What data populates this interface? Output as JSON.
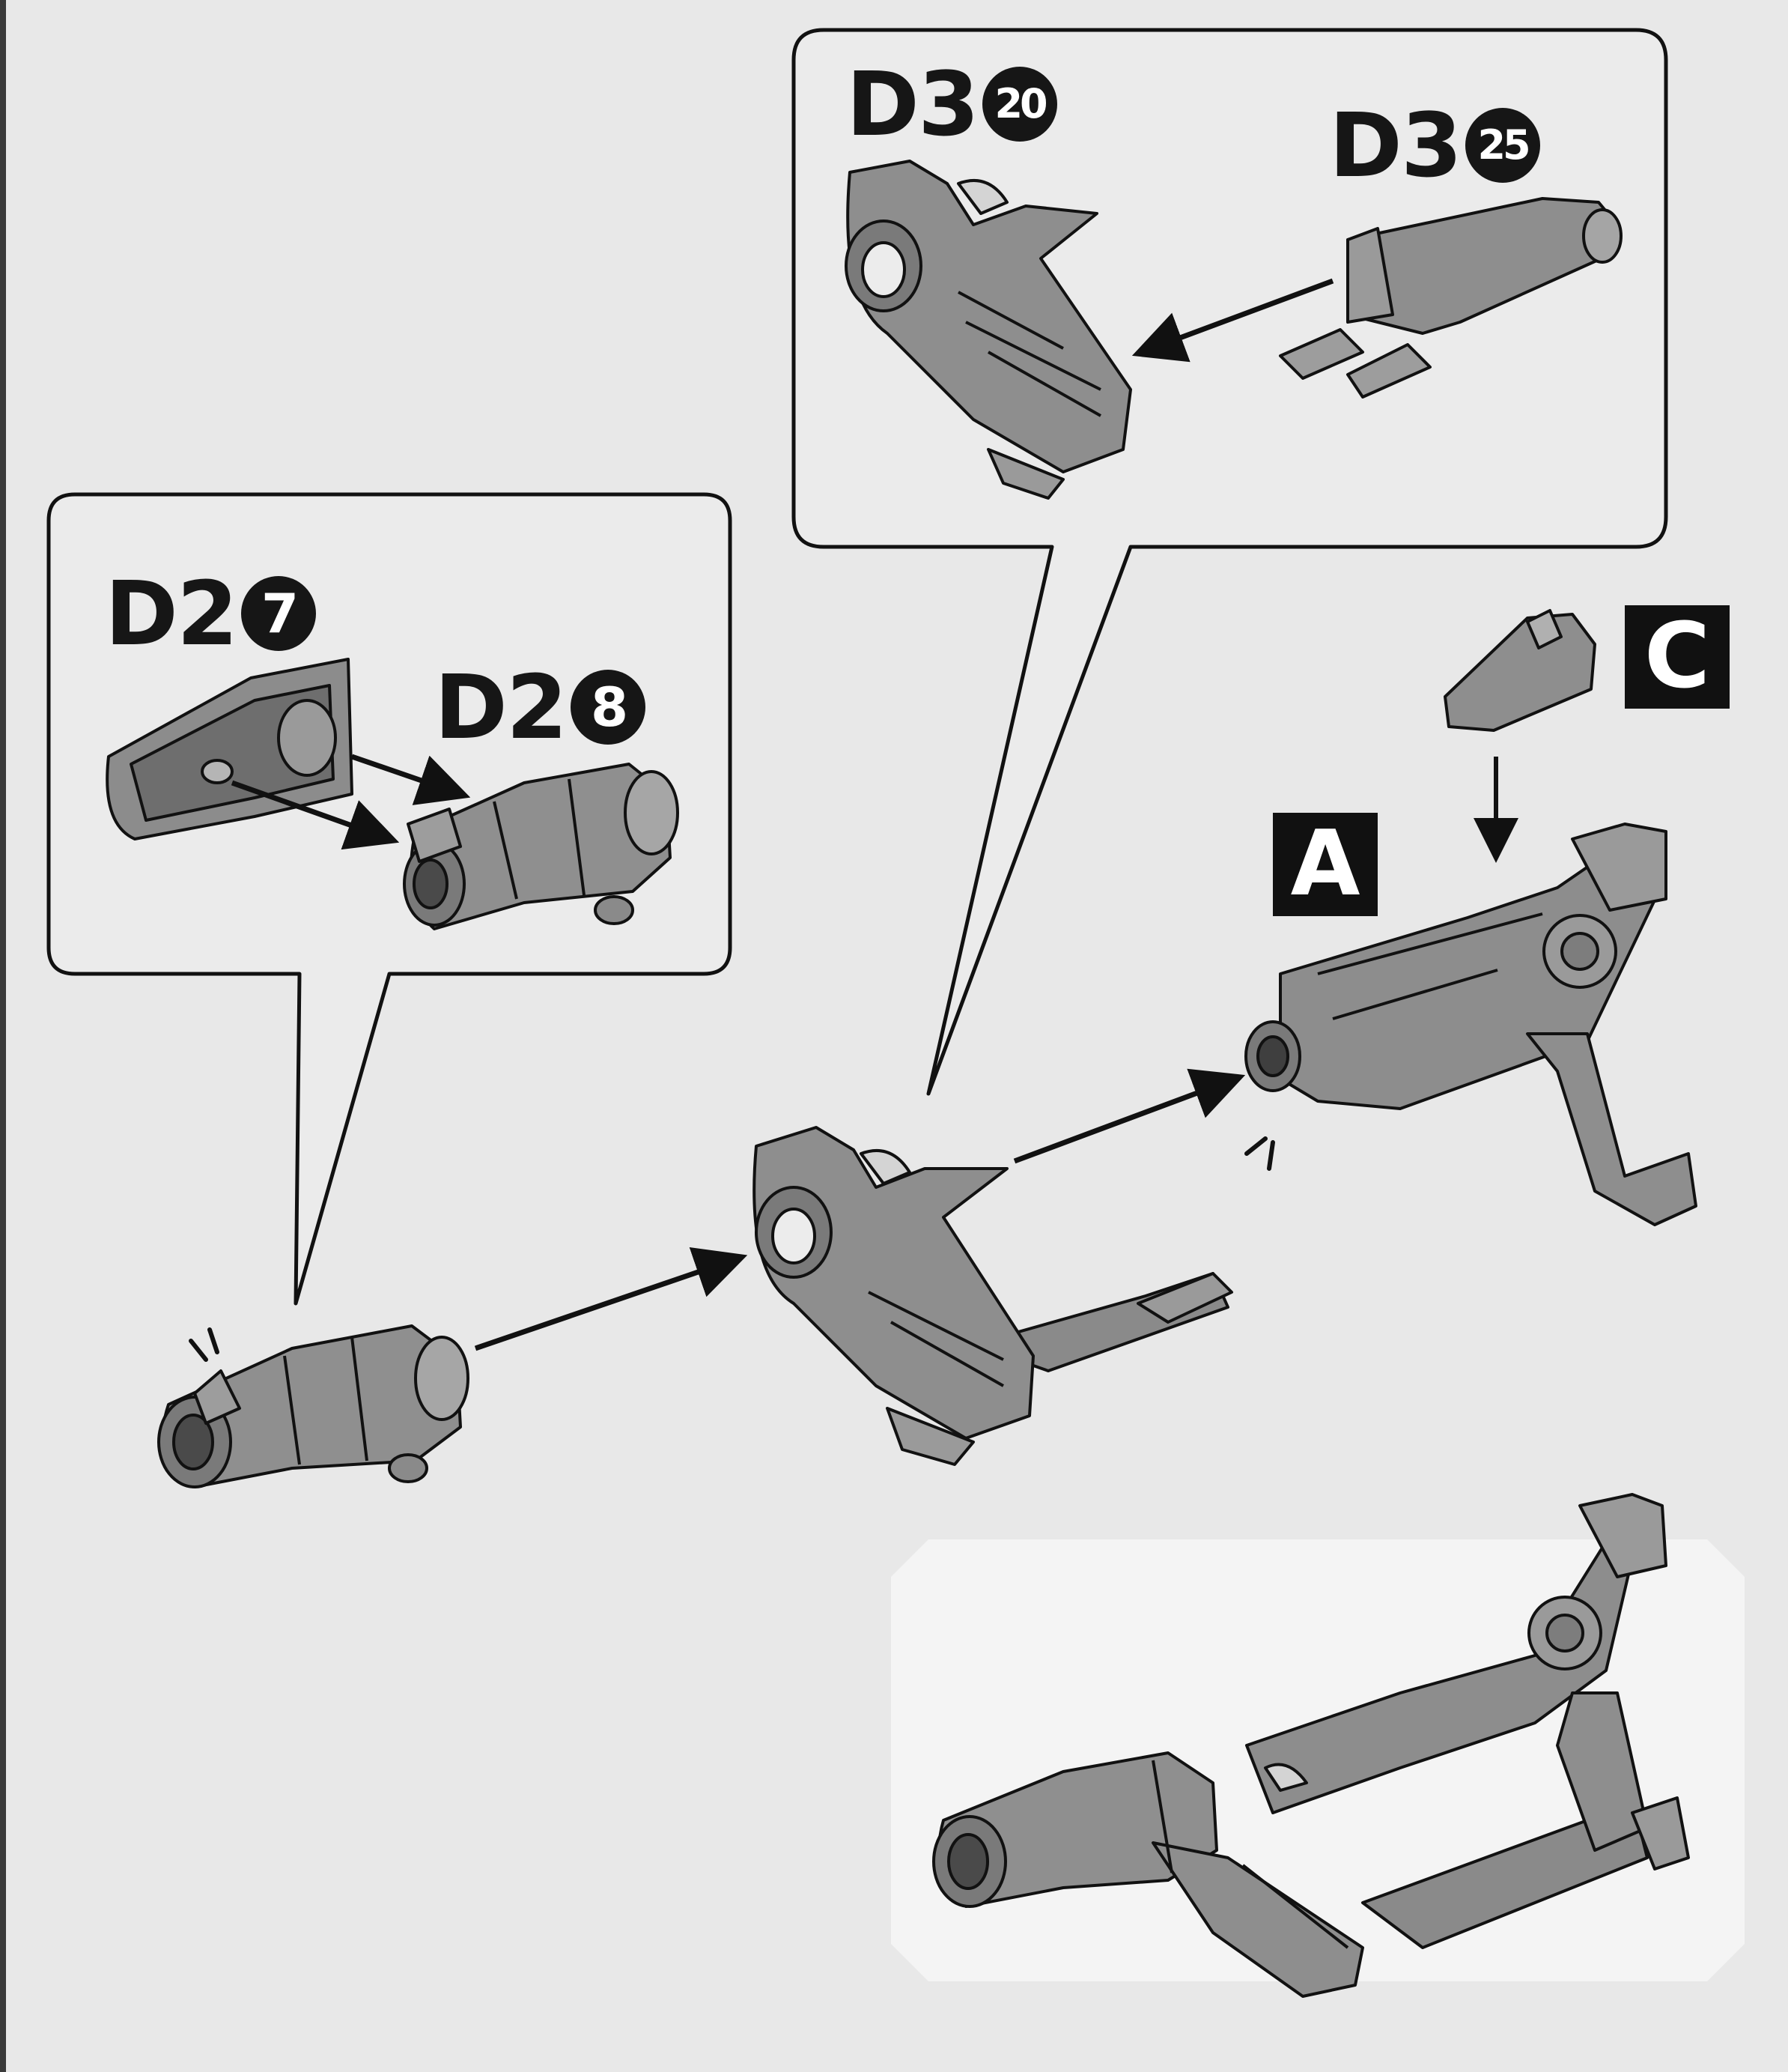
{
  "parts": {
    "d2_7": {
      "sprue": "D2",
      "number": "7"
    },
    "d2_8": {
      "sprue": "D2",
      "number": "8"
    },
    "d3_20": {
      "sprue": "D3",
      "number": "20"
    },
    "d3_25": {
      "sprue": "D3",
      "number": "25"
    }
  },
  "assemblies": {
    "a": "A",
    "c": "C"
  },
  "colors": {
    "background": "#e8e8e8",
    "part_fill": "#8f8f8f",
    "part_shade": "#6a6a6a",
    "outline": "#111111",
    "callout_fill": "#e9e9e9",
    "result_panel": "#f3f3f3"
  }
}
